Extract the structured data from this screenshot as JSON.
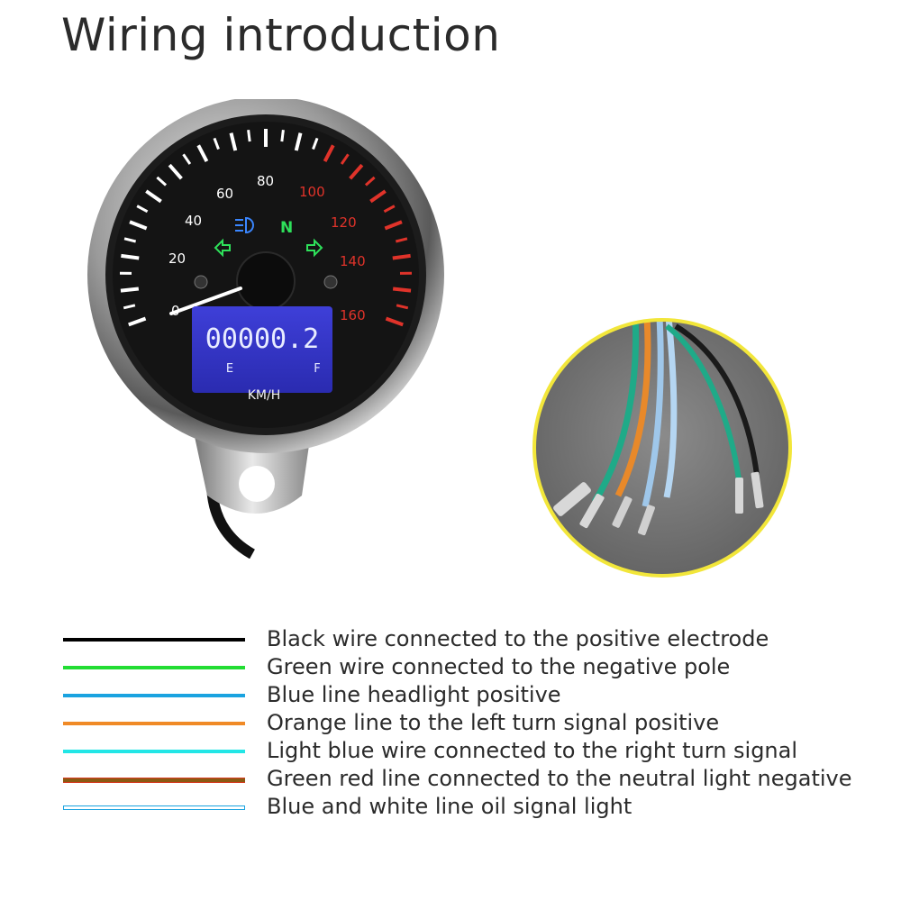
{
  "title": "Wiring introduction",
  "gauge": {
    "scale_labels_white": [
      "0",
      "20",
      "40",
      "60",
      "80"
    ],
    "scale_labels_red": [
      "100",
      "120",
      "140",
      "160"
    ],
    "neutral_indicator": "N",
    "odometer": "00000.2",
    "fuel_empty": "E",
    "fuel_full": "F",
    "unit": "KM/H",
    "icons": [
      "headlight-icon",
      "left-arrow-icon",
      "right-arrow-icon"
    ]
  },
  "legend": [
    {
      "color": "#000000",
      "text": "Black wire connected to the positive electrode"
    },
    {
      "color": "#22dd33",
      "text": "Green wire connected to the negative pole"
    },
    {
      "color": "#1aa3e0",
      "text": "Blue line headlight positive"
    },
    {
      "color": "#f08a26",
      "text": "Orange line to the left turn signal positive"
    },
    {
      "color": "#22e6e6",
      "text": "Light blue wire connected to the right turn signal"
    },
    {
      "color": "#8a5a12",
      "accent": "#d83a20",
      "text": "Green red line connected to the neutral light negative"
    },
    {
      "color": "#1aa3e0",
      "accent": "#ffffff",
      "text": "Blue and white line oil signal light"
    }
  ],
  "colors": {
    "wire_black": "#1a1a1a",
    "wire_green": "#1faa88",
    "wire_orange": "#e8892a",
    "wire_light_blue": "#9fc7ea",
    "circle_border": "#f2e63a"
  }
}
